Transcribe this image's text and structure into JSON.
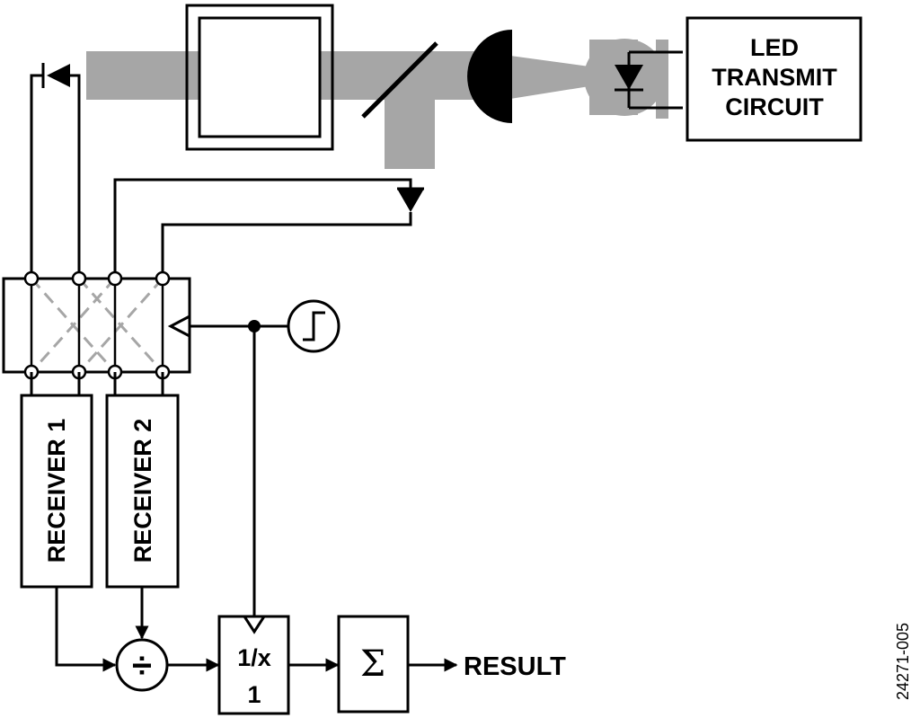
{
  "diagram": {
    "led_block_lines": [
      "LED",
      "TRANSMIT",
      "CIRCUIT"
    ],
    "receiver_1": "RECEIVER 1",
    "receiver_2": "RECEIVER 2",
    "reciprocal_top": "1/x",
    "reciprocal_bottom": "1",
    "sum_symbol": "Σ",
    "divide_symbol": "÷",
    "result": "RESULT",
    "figure_id": "24271-005"
  }
}
